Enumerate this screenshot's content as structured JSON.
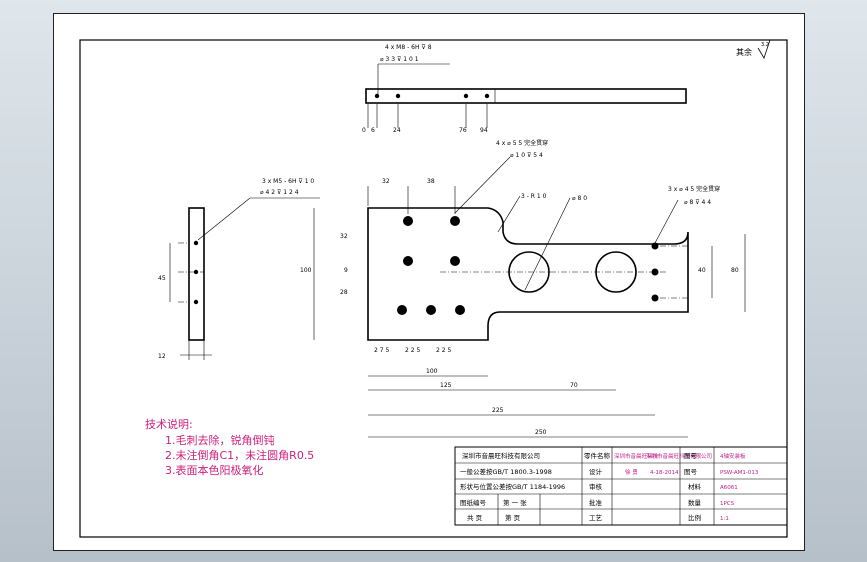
{
  "roughness": {
    "label": "其余",
    "value": "3.2"
  },
  "top_view": {
    "callout_line1": "4 x M8 - 6H ⊽ 8",
    "callout_line2": "⌀ 3 3 ⊽ 1 0 1",
    "dims": [
      "0",
      "6",
      "24",
      "76",
      "94"
    ]
  },
  "side_view": {
    "callout_line1": "3 x M5 - 6H ⊽ 1 0",
    "callout_line2": "⌀ 4 2 ⊽ 1 2 4",
    "dims": [
      "45",
      "12"
    ]
  },
  "front_view": {
    "callout_mid_line1": "4 x ⌀ 5 5 完全贯穿",
    "callout_mid_line2": "⌀ 1 0 ⊽ 5 4",
    "callout_right_line1": "3 x ⌀ 4 5 完全贯穿",
    "callout_right_line2": "⌀ 8 ⊽ 4 4",
    "label_r10": "3 - R 1 0",
    "label_d80": "⌀ 8 0",
    "dims": {
      "d32a": "32",
      "d38": "38",
      "d32": "32",
      "d9": "9",
      "d28": "28",
      "d100_v": "100",
      "d45_v": "40",
      "d80_v": "80",
      "d27_5": "2 7 5",
      "d22_5a": "2 2 5",
      "d22_5b": "2 2 5",
      "d100": "100",
      "d125": "125",
      "d70": "70",
      "d225": "225",
      "d250": "250"
    }
  },
  "tech_notes": {
    "title": "技术说明:",
    "lines": [
      "1.毛刺去除，锐角倒钝",
      "2.未注倒角C1，未注圆角R0.5",
      "3.表面本色阳极氧化"
    ]
  },
  "title_block": {
    "company": "深圳市音晨旺科技有限公司",
    "tol1": "一般公差按GB/T 1800.3-1998",
    "tol2": "形状与位置公差按GB/T 1184-1996",
    "drawing_no_label": "图纸编号",
    "sheet_of": "第 一 张",
    "total_label": "共    页",
    "page_label": "第    页",
    "design_label": "设计",
    "check_label": "审核",
    "approve_label": "批准",
    "process_label": "工艺",
    "part_name_label": "零件名称",
    "part_name_value": "4轴安装板",
    "drawing_num_label": "图号",
    "drawing_num_value": "PSW-AM1-013",
    "material_label": "材料",
    "material_value": "A6061",
    "qty_label": "数量",
    "qty_value": "1PCS",
    "scale_label": "比例",
    "scale_value": "1:1",
    "designer": "徐 勇",
    "date": "4-18-2014",
    "company_mark_a": "深圳市音晨旺科技",
    "company_mark_b": "深圳市音晨旺科技有限公司"
  }
}
